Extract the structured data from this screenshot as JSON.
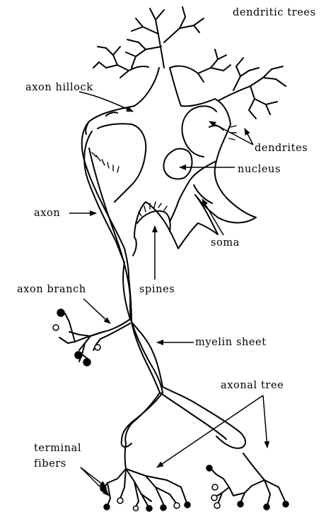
{
  "labels": {
    "dendritic_trees": "dendritic trees",
    "axon_hillock": "axon hillock",
    "dendrites": "dendrites",
    "nucleus": "nucleus",
    "axon": "axon",
    "soma": "soma",
    "axon_branch": "axon branch",
    "spines": "spines",
    "myelin_sheet": "myelin sheet",
    "axonal_tree": "axonal tree",
    "terminal_fibers_line1": "terminal",
    "terminal_fibers_line2": "fibers"
  }
}
